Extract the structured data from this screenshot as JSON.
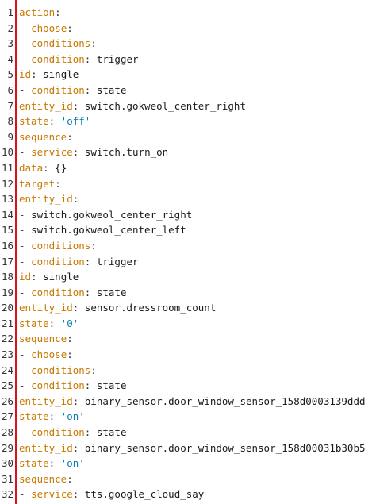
{
  "colors": {
    "key": "#c77800",
    "string": "#0a7eb0",
    "text": "#1a1a1a",
    "gutter_border": "#d4151b"
  },
  "editor": {
    "lines": [
      {
        "num": "1",
        "dash": "",
        "key": "action",
        "colon": ":",
        "value": "",
        "value_type": "plain"
      },
      {
        "num": "2",
        "dash": "- ",
        "key": "choose",
        "colon": ":",
        "value": "",
        "value_type": "plain"
      },
      {
        "num": "3",
        "dash": "- ",
        "key": "conditions",
        "colon": ":",
        "value": "",
        "value_type": "plain"
      },
      {
        "num": "4",
        "dash": "- ",
        "key": "condition",
        "colon": ":",
        "value": " trigger",
        "value_type": "plain"
      },
      {
        "num": "5",
        "dash": "",
        "key": "id",
        "colon": ":",
        "value": " single",
        "value_type": "plain"
      },
      {
        "num": "6",
        "dash": "- ",
        "key": "condition",
        "colon": ":",
        "value": " state",
        "value_type": "plain"
      },
      {
        "num": "7",
        "dash": "",
        "key": "entity_id",
        "colon": ":",
        "value": " switch.gokweol_center_right",
        "value_type": "plain"
      },
      {
        "num": "8",
        "dash": "",
        "key": "state",
        "colon": ":",
        "value": " 'off'",
        "value_type": "string"
      },
      {
        "num": "9",
        "dash": "",
        "key": "sequence",
        "colon": ":",
        "value": "",
        "value_type": "plain"
      },
      {
        "num": "10",
        "dash": "- ",
        "key": "service",
        "colon": ":",
        "value": " switch.turn_on",
        "value_type": "plain"
      },
      {
        "num": "11",
        "dash": "",
        "key": "data",
        "colon": ":",
        "value": " {}",
        "value_type": "plain"
      },
      {
        "num": "12",
        "dash": "",
        "key": "target",
        "colon": ":",
        "value": "",
        "value_type": "plain"
      },
      {
        "num": "13",
        "dash": "",
        "key": "entity_id",
        "colon": ":",
        "value": "",
        "value_type": "plain"
      },
      {
        "num": "14",
        "dash": "- ",
        "key": "",
        "colon": "",
        "value": "switch.gokweol_center_right",
        "value_type": "plain"
      },
      {
        "num": "15",
        "dash": "- ",
        "key": "",
        "colon": "",
        "value": "switch.gokweol_center_left",
        "value_type": "plain"
      },
      {
        "num": "16",
        "dash": "- ",
        "key": "conditions",
        "colon": ":",
        "value": "",
        "value_type": "plain"
      },
      {
        "num": "17",
        "dash": "- ",
        "key": "condition",
        "colon": ":",
        "value": " trigger",
        "value_type": "plain"
      },
      {
        "num": "18",
        "dash": "",
        "key": "id",
        "colon": ":",
        "value": " single",
        "value_type": "plain"
      },
      {
        "num": "19",
        "dash": "- ",
        "key": "condition",
        "colon": ":",
        "value": " state",
        "value_type": "plain"
      },
      {
        "num": "20",
        "dash": "",
        "key": "entity_id",
        "colon": ":",
        "value": " sensor.dressroom_count",
        "value_type": "plain"
      },
      {
        "num": "21",
        "dash": "",
        "key": "state",
        "colon": ":",
        "value": " '0'",
        "value_type": "string"
      },
      {
        "num": "22",
        "dash": "",
        "key": "sequence",
        "colon": ":",
        "value": "",
        "value_type": "plain"
      },
      {
        "num": "23",
        "dash": "- ",
        "key": "choose",
        "colon": ":",
        "value": "",
        "value_type": "plain"
      },
      {
        "num": "24",
        "dash": "- ",
        "key": "conditions",
        "colon": ":",
        "value": "",
        "value_type": "plain"
      },
      {
        "num": "25",
        "dash": "- ",
        "key": "condition",
        "colon": ":",
        "value": " state",
        "value_type": "plain"
      },
      {
        "num": "26",
        "dash": "",
        "key": "entity_id",
        "colon": ":",
        "value": " binary_sensor.door_window_sensor_158d0003139ddd",
        "value_type": "plain"
      },
      {
        "num": "27",
        "dash": "",
        "key": "state",
        "colon": ":",
        "value": " 'on'",
        "value_type": "string"
      },
      {
        "num": "28",
        "dash": "- ",
        "key": "condition",
        "colon": ":",
        "value": " state",
        "value_type": "plain"
      },
      {
        "num": "29",
        "dash": "",
        "key": "entity_id",
        "colon": ":",
        "value": " binary_sensor.door_window_sensor_158d00031b30b5",
        "value_type": "plain"
      },
      {
        "num": "30",
        "dash": "",
        "key": "state",
        "colon": ":",
        "value": " 'on'",
        "value_type": "string"
      },
      {
        "num": "31",
        "dash": "",
        "key": "sequence",
        "colon": ":",
        "value": "",
        "value_type": "plain"
      },
      {
        "num": "32",
        "dash": "- ",
        "key": "service",
        "colon": ":",
        "value": " tts.google_cloud_say",
        "value_type": "plain"
      }
    ]
  }
}
